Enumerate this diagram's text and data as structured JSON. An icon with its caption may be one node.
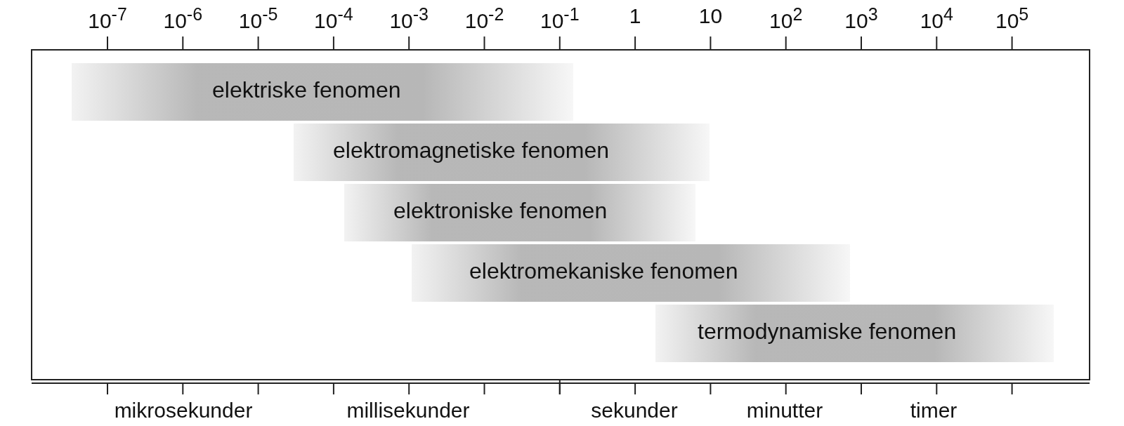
{
  "diagram": {
    "nodes": [
      {
        "text": [
          "elektriske fenomen"
        ]
      },
      {
        "text": [
          "elektromagnetiske fenomen"
        ]
      },
      {
        "text": [
          "elektroniske fenomen"
        ]
      },
      {
        "text": [
          "elektromekaniske fenomen"
        ]
      },
      {
        "text": [
          "termodynamiske fenomen"
        ]
      }
    ],
    "edges": [],
    "labels": [
      "10$^{-7}$",
      "10$^{-6}$",
      "10$^{-5}$",
      "10$^{-4}$",
      "10$^{-3}$",
      "10$^{-2}$",
      "10$^{-1}$",
      "1",
      "10",
      "10$^{2}$",
      "10$^{3}$",
      "10$^{4}$",
      "10$^{5}$",
      "mikrosekunder",
      "millisekunder",
      "sekunder",
      "minutter",
      "timer"
    ]
  }
}
